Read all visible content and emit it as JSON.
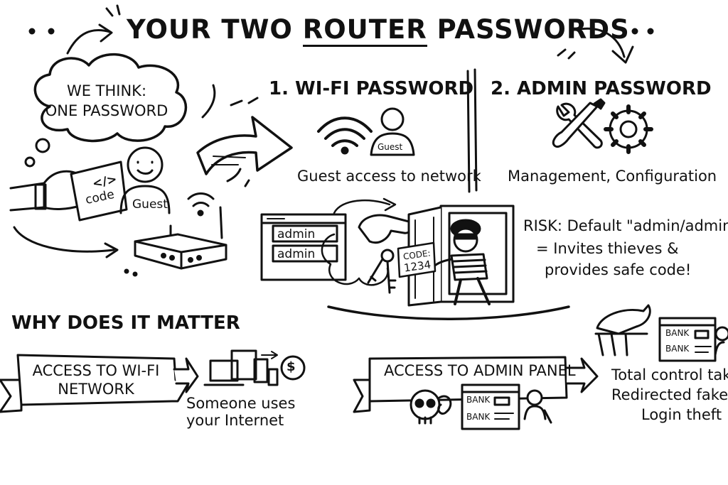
{
  "title": {
    "before": "YOUR TWO ",
    "underlined": "ROUTER",
    "after": " PASSWORDS"
  },
  "thought_bubble": {
    "line1": "WE THINK:",
    "line2": "ONE PASSWORD"
  },
  "left_scene": {
    "paper_text": "code",
    "paper_symbol": "</>",
    "person_label": "Guest"
  },
  "wifi_section": {
    "heading": "1. WI-FI PASSWORD",
    "guest_badge": "Guest",
    "caption": "Guest access to network"
  },
  "admin_section": {
    "heading": "2. ADMIN PASSWORD",
    "caption": "Management, Configuration"
  },
  "login_window": {
    "username": "admin",
    "password": "admin"
  },
  "safe_tag": {
    "line1": "CODE:",
    "line2": "1234"
  },
  "risk": {
    "line1": "RISK: Default \"admin/admin\"",
    "line2": "= Invites thieves &",
    "line3": "provides safe code!"
  },
  "why": {
    "heading": "WHY DOES IT MATTER",
    "wifi_banner": {
      "line1": "ACCESS TO WI-FI",
      "line2": "NETWORK"
    },
    "wifi_result": {
      "line1": "Someone uses",
      "line2": "your Internet"
    },
    "admin_banner": "ACCESS TO ADMIN PANEL",
    "bank_label": "BANK",
    "dollar_symbol": "$",
    "admin_result": {
      "line1": "Total control taken",
      "line2": "Redirected fake pa",
      "line3": "Login theft"
    }
  }
}
